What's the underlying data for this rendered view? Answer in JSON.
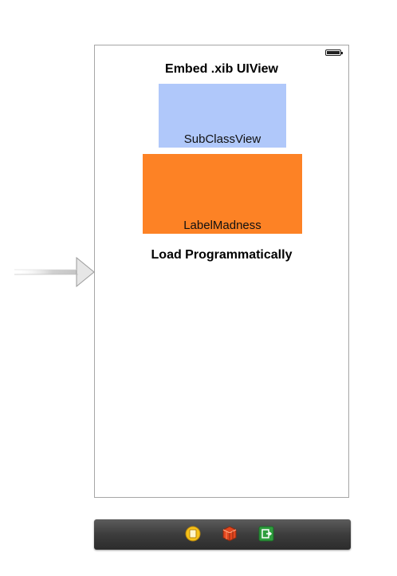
{
  "scene": {
    "title": "Embed .xib UIView",
    "subclass_view_label": "SubClassView",
    "label_madness": "LabelMadness",
    "load_label": "Load Programmatically"
  },
  "dock": {
    "icons": [
      "view-controller-icon",
      "first-responder-icon",
      "exit-icon"
    ]
  },
  "colors": {
    "subclass_view": "#b0c8fa",
    "label_madness": "#fd8225",
    "dock": "#3c3c3c"
  }
}
